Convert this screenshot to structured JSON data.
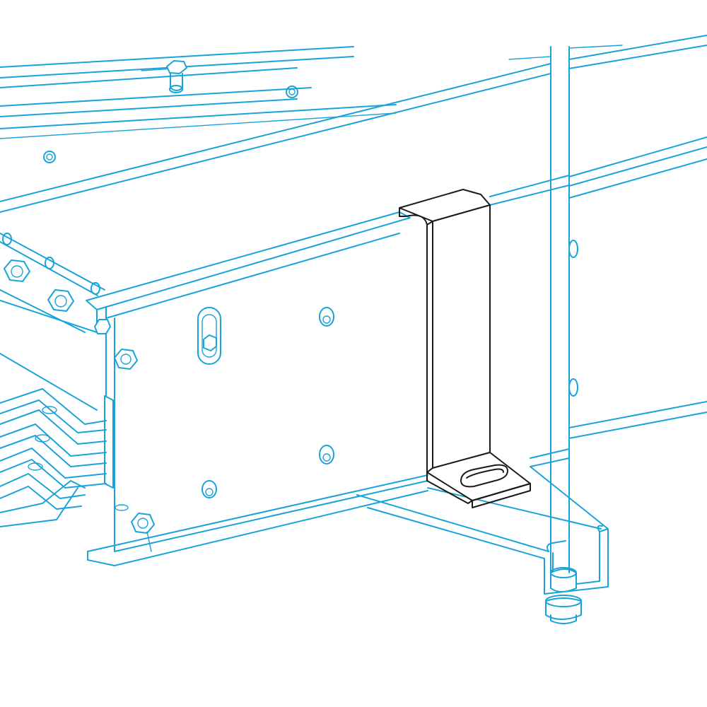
{
  "colors": {
    "line": "#1aa3d9",
    "bracket": "#1a1a1a",
    "background": "#ffffff"
  },
  "components": [
    {
      "name": "busbar-housing",
      "emphasis": false
    },
    {
      "name": "threaded-rod",
      "emphasis": false
    },
    {
      "name": "strut-channel",
      "emphasis": false
    },
    {
      "name": "z-bracket",
      "emphasis": true
    }
  ]
}
